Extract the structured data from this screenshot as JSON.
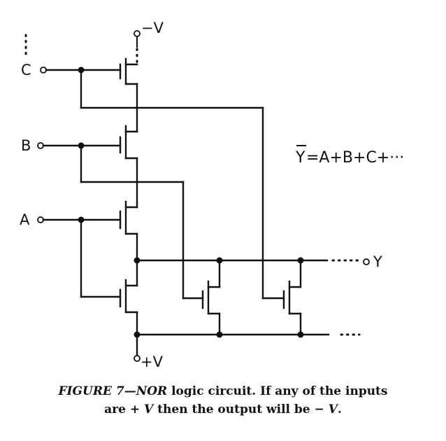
{
  "diagram": {
    "inputs": [
      {
        "id": "c",
        "label": "C"
      },
      {
        "id": "b",
        "label": "B"
      },
      {
        "id": "a",
        "label": "A"
      }
    ],
    "output_label": "Y",
    "supply_top": "−V",
    "supply_bottom": "+V",
    "continuation": "···",
    "equation": {
      "lhs": "Y",
      "rhs": "=A+B+C+···",
      "lhs_overbar": true
    }
  },
  "caption": {
    "figure": "FIGURE 7",
    "dash": "—",
    "term": "NOR",
    "line1_rest": " logic circuit. If any of the inputs",
    "line2_pre": "are + ",
    "line2_v1": "V",
    "line2_mid": " then the output will be − ",
    "line2_v2": "V",
    "line2_end": "."
  }
}
